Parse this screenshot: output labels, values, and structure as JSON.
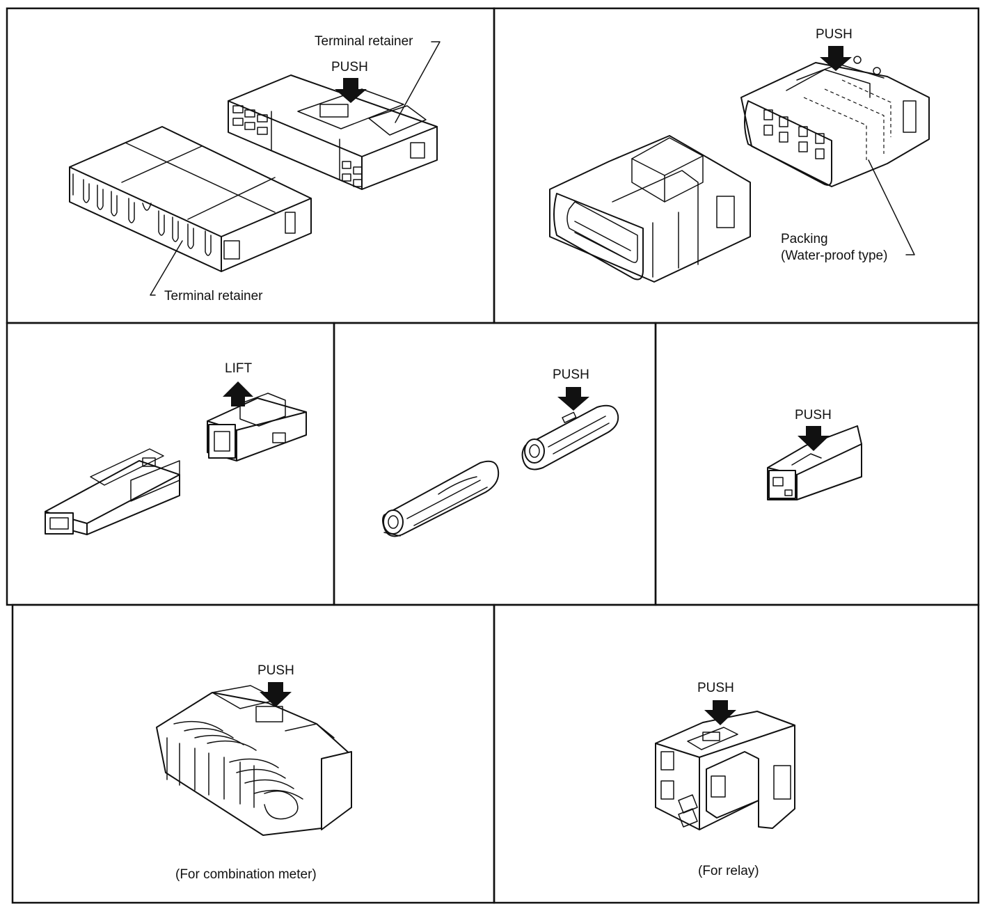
{
  "panels": {
    "p1": {
      "retainer_top": "Terminal retainer",
      "push": "PUSH",
      "retainer_bottom": "Terminal retainer"
    },
    "p2": {
      "push": "PUSH",
      "packing_line1": "Packing",
      "packing_line2": "(Water-proof type)"
    },
    "p3": {
      "lift": "LIFT"
    },
    "p4": {
      "push": "PUSH"
    },
    "p5": {
      "push": "PUSH"
    },
    "p6": {
      "push": "PUSH",
      "caption": "(For combination meter)"
    },
    "p7": {
      "push": "PUSH",
      "caption": "(For relay)"
    }
  }
}
